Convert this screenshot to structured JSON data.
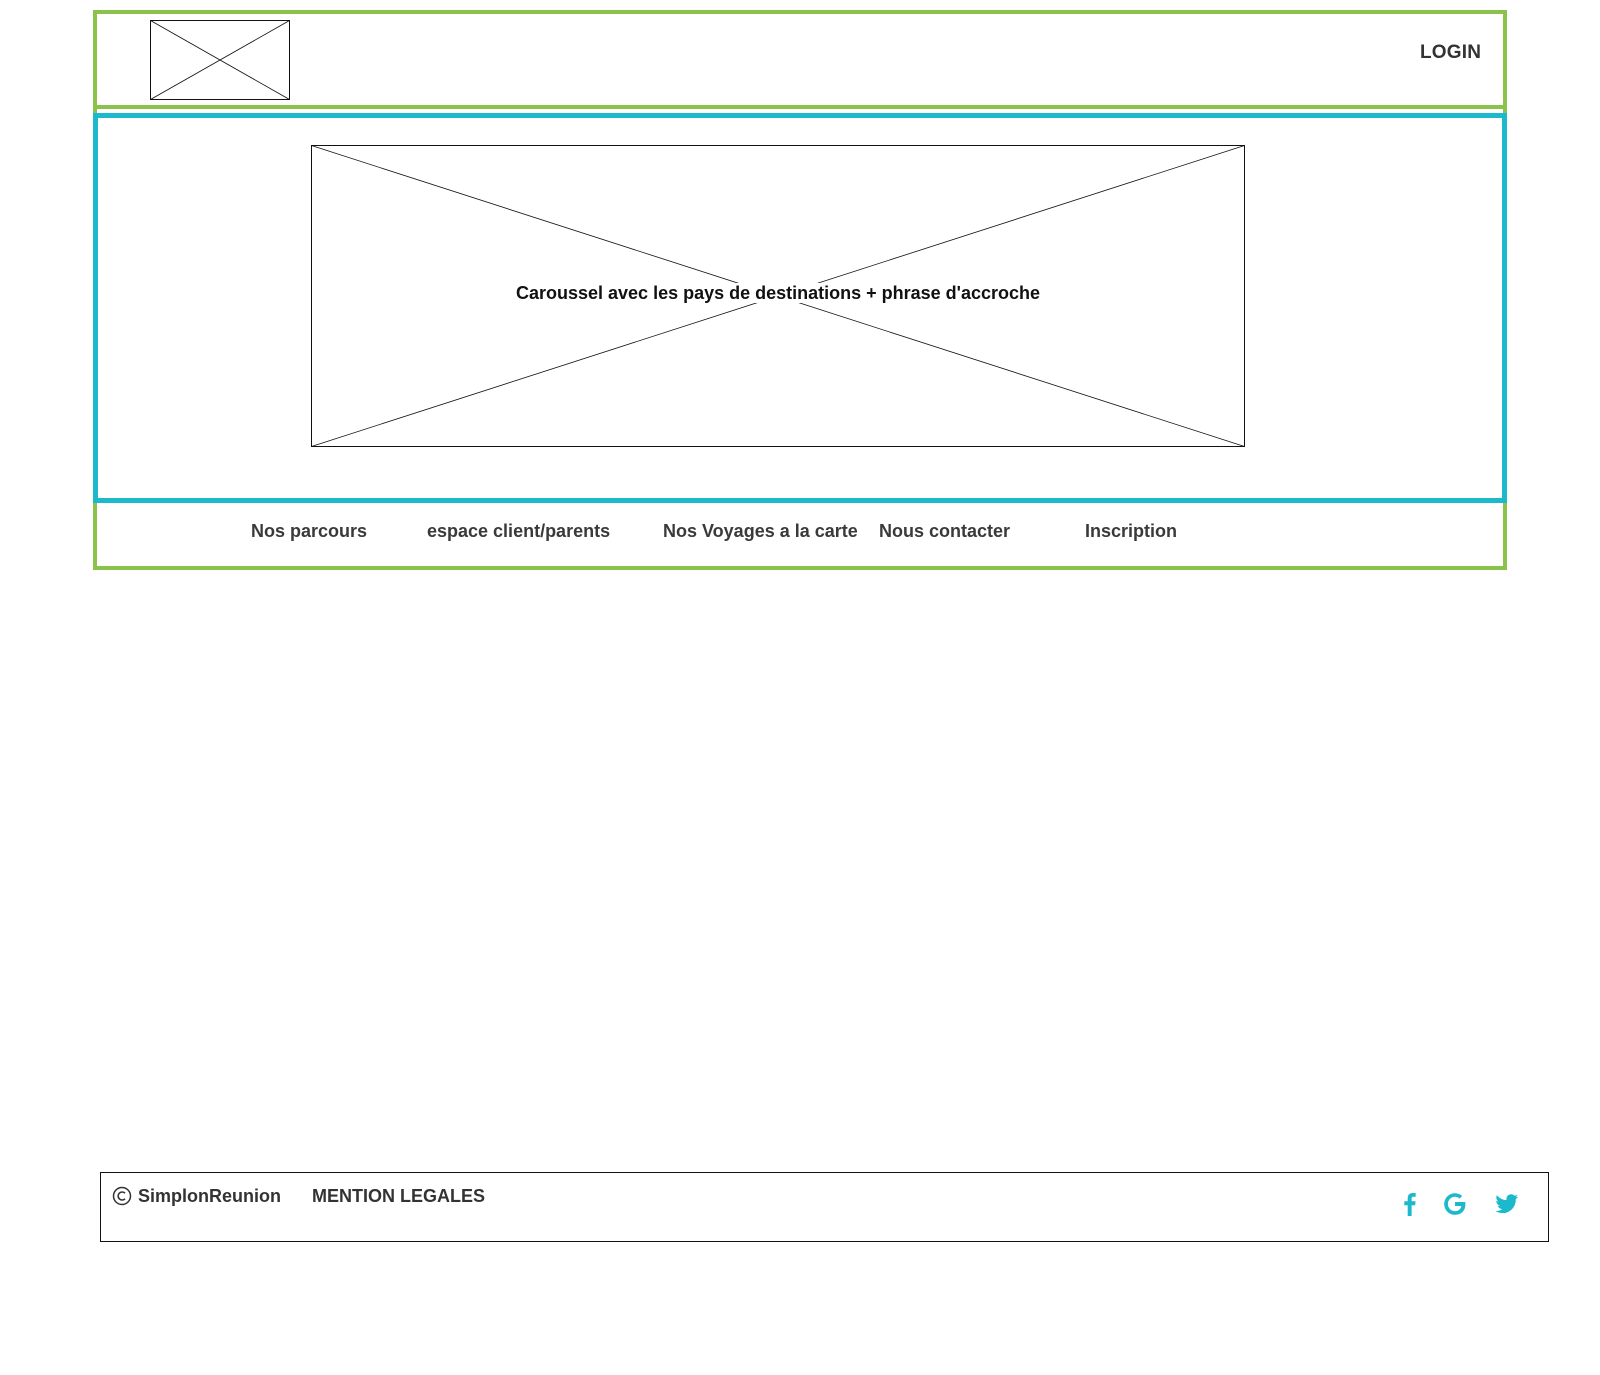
{
  "header": {
    "login_label": "LOGIN"
  },
  "carousel": {
    "caption": "Caroussel avec les pays de destinations  + phrase d'accroche"
  },
  "nav": {
    "items": [
      {
        "label": "Nos parcours"
      },
      {
        "label": "espace client/parents"
      },
      {
        "label": "Nos Voyages a la carte"
      },
      {
        "label": "Nous contacter"
      },
      {
        "label": "Inscription"
      }
    ]
  },
  "footer": {
    "copyright": "SimplonReunion",
    "legal_label": "MENTION LEGALES",
    "social": [
      "facebook-icon",
      "google-icon",
      "twitter-icon"
    ]
  },
  "colors": {
    "header_border": "#8bc34a",
    "carousel_border": "#1cb8cc",
    "social_icon": "#1cb8cc",
    "text": "#333333"
  }
}
